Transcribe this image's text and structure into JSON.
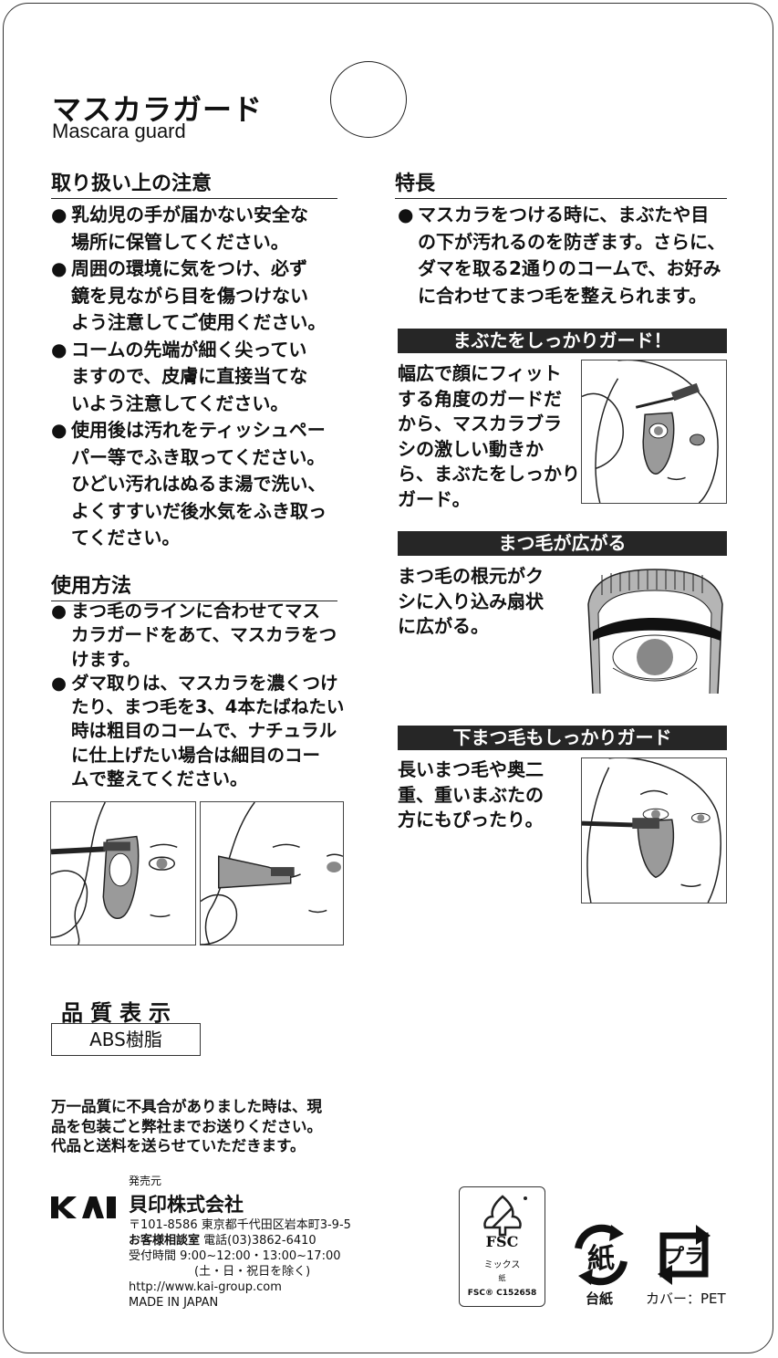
{
  "title": {
    "ja": "マスカラガード",
    "en": "Mascara guard"
  },
  "caution": {
    "heading": "取り扱い上の注意",
    "items": [
      [
        "乳幼児の手が届かない安全な",
        "場所に保管してください。"
      ],
      [
        "周囲の環境に気をつけ、必ず",
        "鏡を見ながら目を傷つけない",
        "よう注意してご使用ください。"
      ],
      [
        "コームの先端が細く尖ってい",
        "ますので、皮膚に直接当てな",
        "いよう注意してください。"
      ],
      [
        "使用後は汚れをティッシュペー",
        "パー等でふき取ってください。",
        "ひどい汚れはぬるま湯で洗い、",
        "よくすすいだ後水気をふき取っ",
        "てください。"
      ]
    ]
  },
  "usage": {
    "heading": "使用方法",
    "items": [
      [
        "まつ毛のラインに合わせてマス",
        "カラガードをあて、マスカラをつ",
        "けます。"
      ],
      [
        "ダマ取りは、マスカラを濃くつけ",
        "たり、まつ毛を3、4本たばねたい",
        "時は粗目のコームで、ナチュラル",
        "に仕上げたい場合は細目のコー",
        "ムで整えてください。"
      ]
    ]
  },
  "features": {
    "heading": "特長",
    "intro": [
      "マスカラをつける時に、まぶたや目",
      "の下が汚れるのを防ぎます。さらに、",
      "ダマを取る2通りのコームで、お好み",
      "に合わせてまつ毛を整えられます。"
    ],
    "blocks": [
      {
        "title": "まぶたをしっかりガード！",
        "text": [
          "幅広で顔にフィット",
          "する角度のガードだ",
          "から、マスカラブラ",
          "シの激しい動きか",
          "ら、まぶたをしっかり",
          "ガード。"
        ]
      },
      {
        "title": "まつ毛が広がる",
        "text": [
          "まつ毛の根元がク",
          "シに入り込み扇状",
          "に広がる。"
        ]
      },
      {
        "title": "下まつ毛もしっかりガード",
        "text": [
          "長いまつ毛や奥二",
          "重、重いまぶたの",
          "方にもぴったり。"
        ]
      }
    ]
  },
  "quality": {
    "heading": "品質表示",
    "material": "ABS樹脂"
  },
  "notice": [
    "万一品質に不具合がありました時は、現",
    "品を包装ごと弊社までお送りください。",
    "代品と送料を送らせていただきます。"
  ],
  "seller": {
    "label": "発売元",
    "logo": "KAI",
    "company": "貝印株式会社",
    "address": "〒101-8586 東京都千代田区岩本町3-9-5",
    "consult_label": "お客様相談室",
    "phone": "電話(03)3862-6410",
    "hours": "受付時間 9:00~12:00・13:00~17:00",
    "holidays": "(土・日・祝日を除く)",
    "url": "http://www.kai-group.com",
    "made_in": "MADE IN JAPAN"
  },
  "fsc": {
    "logo": "FSC",
    "mix": "ミックス",
    "sub": "紙",
    "code": "FSC® C152658"
  },
  "recycle": [
    {
      "mark": "紙",
      "label": "台紙",
      "icon": "paper-recycle-icon"
    },
    {
      "mark": "プラ",
      "label": "カバー：PET",
      "icon": "plastic-recycle-icon"
    }
  ]
}
